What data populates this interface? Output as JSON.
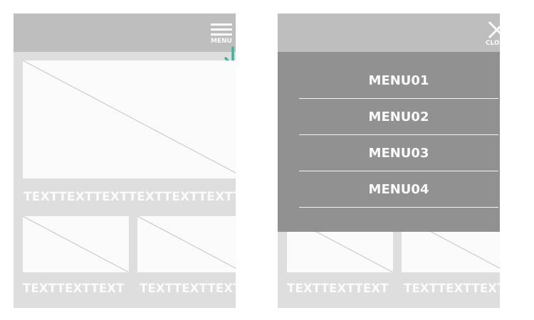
{
  "left_screen": {
    "menu_button_label": "MENU",
    "main_caption": "TEXTTEXTTEXTTEXTTEXTTEXTTE",
    "card_captions": [
      "TEXTTEXTTEXT",
      "TEXTTEXTTEXT"
    ]
  },
  "right_screen": {
    "close_button_label": "CLOSE",
    "menu_items": [
      "MENU01",
      "MENU02",
      "MENU03",
      "MENU04"
    ],
    "card_captions": [
      "TEXTTEXTTEXT",
      "TEXTTEXTTEXT"
    ]
  },
  "colors": {
    "screen_bg": "#dedede",
    "header": "#bebebe",
    "overlay": "#919191",
    "placeholder": "#fbfbfb",
    "arrow_accent": "#3cb59a"
  },
  "icons": [
    "hamburger-icon",
    "close-icon",
    "arrow-down-icon"
  ]
}
